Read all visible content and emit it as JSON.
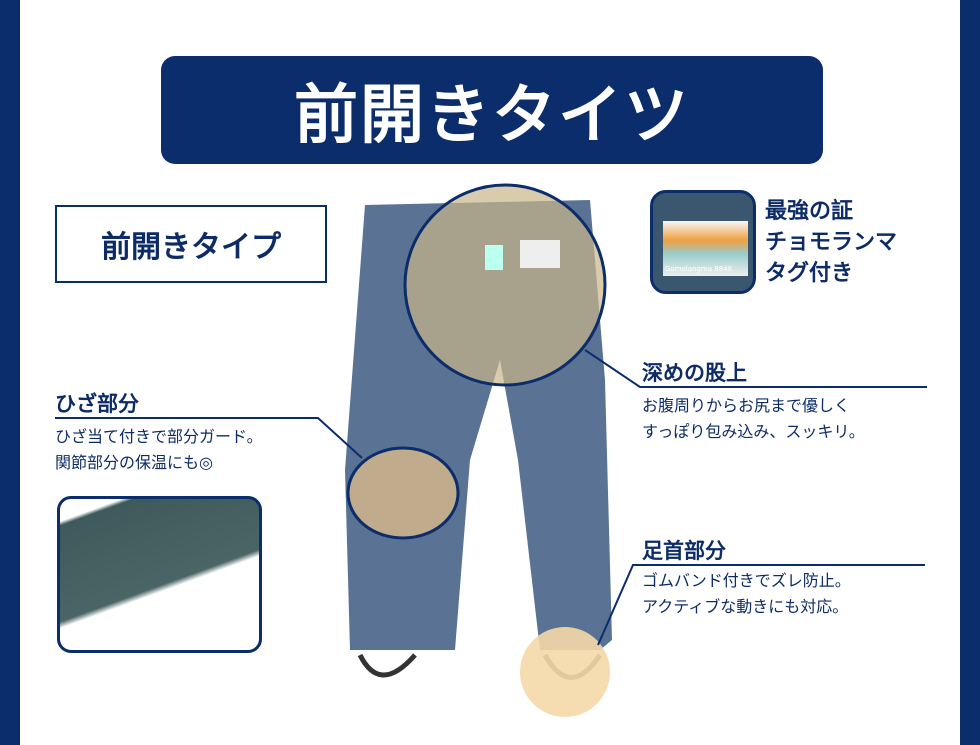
{
  "title": "前開きタイツ",
  "type_label": "前開きタイプ",
  "tag_callout": {
    "lines": [
      "最強の証",
      "チョモランマ",
      "タグ付き"
    ],
    "tag_text": "Gomolangma 8848"
  },
  "rise": {
    "heading": "深めの股上",
    "lines": [
      "お腹周りからお尻まで優しく",
      "すっぽり包み込み、スッキリ。"
    ]
  },
  "knee": {
    "heading": "ひざ部分",
    "lines": [
      "ひざ当て付きで部分ガード。",
      "関節部分の保温にも◎"
    ]
  },
  "ankle": {
    "heading": "足首部分",
    "lines": [
      "ゴムバンド付きでズレ防止。",
      "アクティブな動きにも対応。"
    ]
  },
  "colors": {
    "navy": "#0b2d6b",
    "fabric": "#5a7394",
    "highlight": "#f5d9a8"
  }
}
